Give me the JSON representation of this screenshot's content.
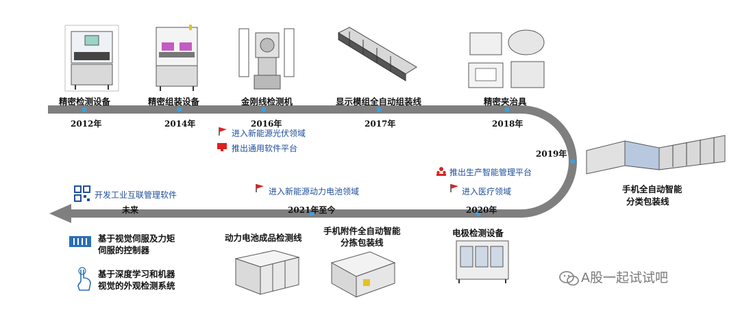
{
  "timeline": {
    "top_items": [
      {
        "label": "精密检测设备",
        "year": "2012年"
      },
      {
        "label": "精密组装设备",
        "year": "2014年"
      },
      {
        "label": "金刚线检测机",
        "year": "2016年"
      },
      {
        "label": "显示模组全自动组装线",
        "year": "2017年"
      },
      {
        "label": "精密夹治具",
        "year": "2018年"
      }
    ],
    "right_item": {
      "year": "2019年",
      "label_line1": "手机全自动智能",
      "label_line2": "分类包装线"
    },
    "bottom_items": [
      {
        "year": "2020年",
        "label": "电极检测设备"
      },
      {
        "year": "2021年至今",
        "label_line1": "手机附件全自动智能",
        "label_line2": "分拣包装线",
        "side_label": "动力电池成品检测线"
      },
      {
        "year": "未来"
      }
    ],
    "notes": {
      "note_2016a": "进入新能源光伏领域",
      "note_2016b": "推出通用软件平台",
      "note_2020a": "推出生产智能管理平台",
      "note_2020b": "进入医疗领域",
      "note_2021": "进入新能源动力电池领域",
      "note_future": "开发工业互联管理软件"
    },
    "future_items": {
      "servo_line1": "基于视觉伺服及力矩",
      "servo_line2": "伺服的控制器",
      "vision_line1": "基于深度学习和机器",
      "vision_line2": "视觉的外观检测系统"
    }
  },
  "watermark": {
    "text": "A股一起试试吧",
    "icon": "wechat-icon"
  },
  "colors": {
    "track": "#7f7f7f",
    "dot": "#3e9fdb",
    "note": "#1f4e9b",
    "flag": "#e02020"
  }
}
